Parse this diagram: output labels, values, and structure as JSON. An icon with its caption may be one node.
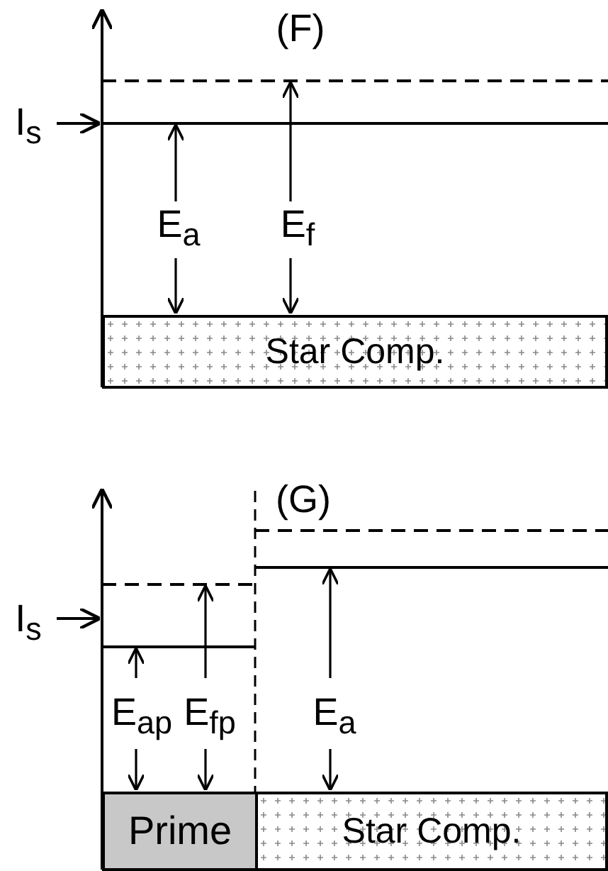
{
  "diagram": {
    "nodes": [
      {
        "text": [
          "Star Comp."
        ]
      },
      {
        "text": [
          "Prime"
        ]
      },
      {
        "text": [
          "Star Comp."
        ]
      }
    ],
    "labels": [
      "(F)",
      "I$_{s}$",
      "E$_{a}$",
      "E$_{f}$",
      "(G)",
      "I$_{s}$",
      "E$_{ap}$",
      "E$_{fp}$",
      "E$_{a}$"
    ]
  }
}
